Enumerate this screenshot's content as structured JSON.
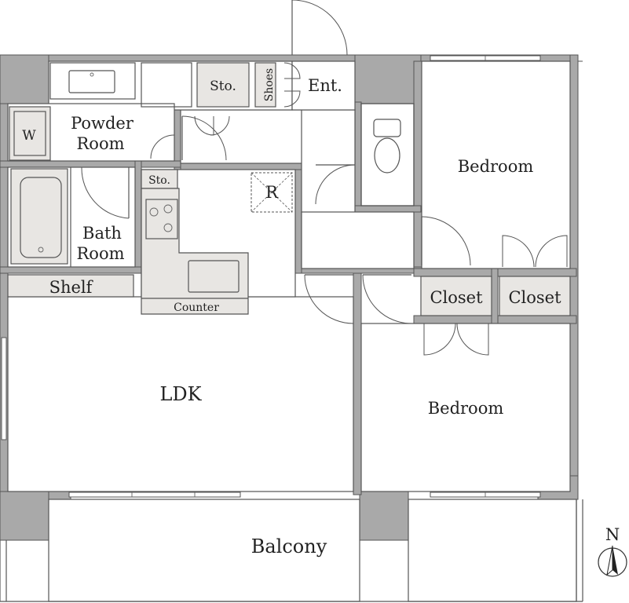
{
  "rooms": {
    "powder_room_line1": "Powder",
    "powder_room_line2": "Room",
    "bath_room_line1": "Bath",
    "bath_room_line2": "Room",
    "storage_top": "Sto.",
    "storage_small": "Sto.",
    "shoes": "Shoes",
    "entrance": "Ent.",
    "washer": "W",
    "refrigerator": "R",
    "shelf": "Shelf",
    "counter": "Counter",
    "ldk": "LDK",
    "bedroom_upper": "Bedroom",
    "bedroom_lower": "Bedroom",
    "closet_left": "Closet",
    "closet_right": "Closet",
    "balcony": "Balcony"
  },
  "compass": {
    "north_label": "N"
  },
  "colors": {
    "wall": "#a9a9a9",
    "fixture": "#e8e6e3",
    "line": "#555555"
  }
}
